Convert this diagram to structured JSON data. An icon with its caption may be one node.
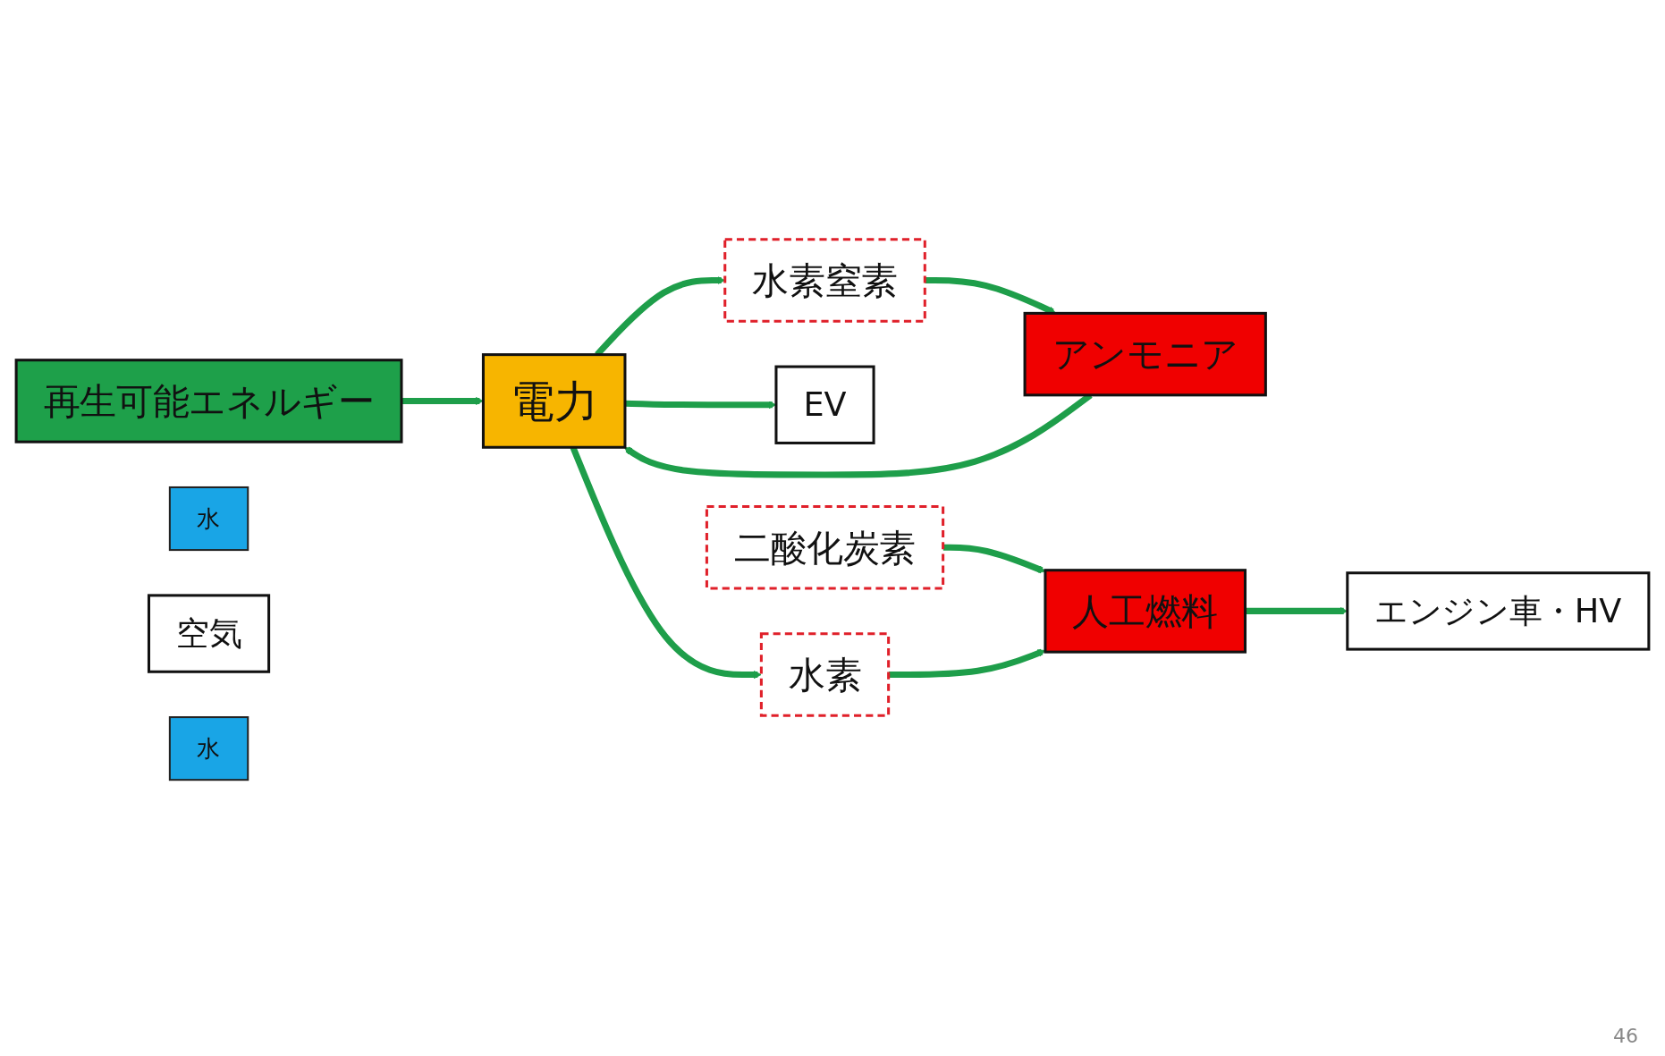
{
  "diagram": {
    "nodes": [
      {
        "text": [
          "再生可能エネルギー"
        ]
      },
      {
        "text": [
          "電力"
        ]
      },
      {
        "text": [
          "水"
        ]
      },
      {
        "text": [
          "水素窒素"
        ]
      },
      {
        "text": [
          "空気"
        ]
      },
      {
        "text": [
          "アンモニア"
        ]
      },
      {
        "text": [
          "EV"
        ]
      },
      {
        "text": [
          "二酸化炭素"
        ]
      },
      {
        "text": [
          "人工燃料"
        ]
      },
      {
        "text": [
          "エンジン車・HV"
        ]
      },
      {
        "text": [
          "水素"
        ]
      },
      {
        "text": [
          "水"
        ]
      }
    ],
    "edges": [
      {
        "from": 0,
        "to": 1,
        "arrow": "to"
      },
      {
        "from": 1,
        "to": 3,
        "arrow": "to"
      },
      {
        "from": 3,
        "to": 5,
        "arrow": "to"
      },
      {
        "from": 5,
        "to": 1,
        "arrow": "to"
      },
      {
        "from": 1,
        "to": 6,
        "arrow": "to"
      },
      {
        "from": 7,
        "to": 8,
        "arrow": "to"
      },
      {
        "from": 8,
        "to": 9,
        "arrow": "to"
      },
      {
        "from": 1,
        "to": 10,
        "arrow": "to"
      },
      {
        "from": 10,
        "to": 8,
        "arrow": "to"
      }
    ],
    "labels": [
      "46"
    ]
  }
}
